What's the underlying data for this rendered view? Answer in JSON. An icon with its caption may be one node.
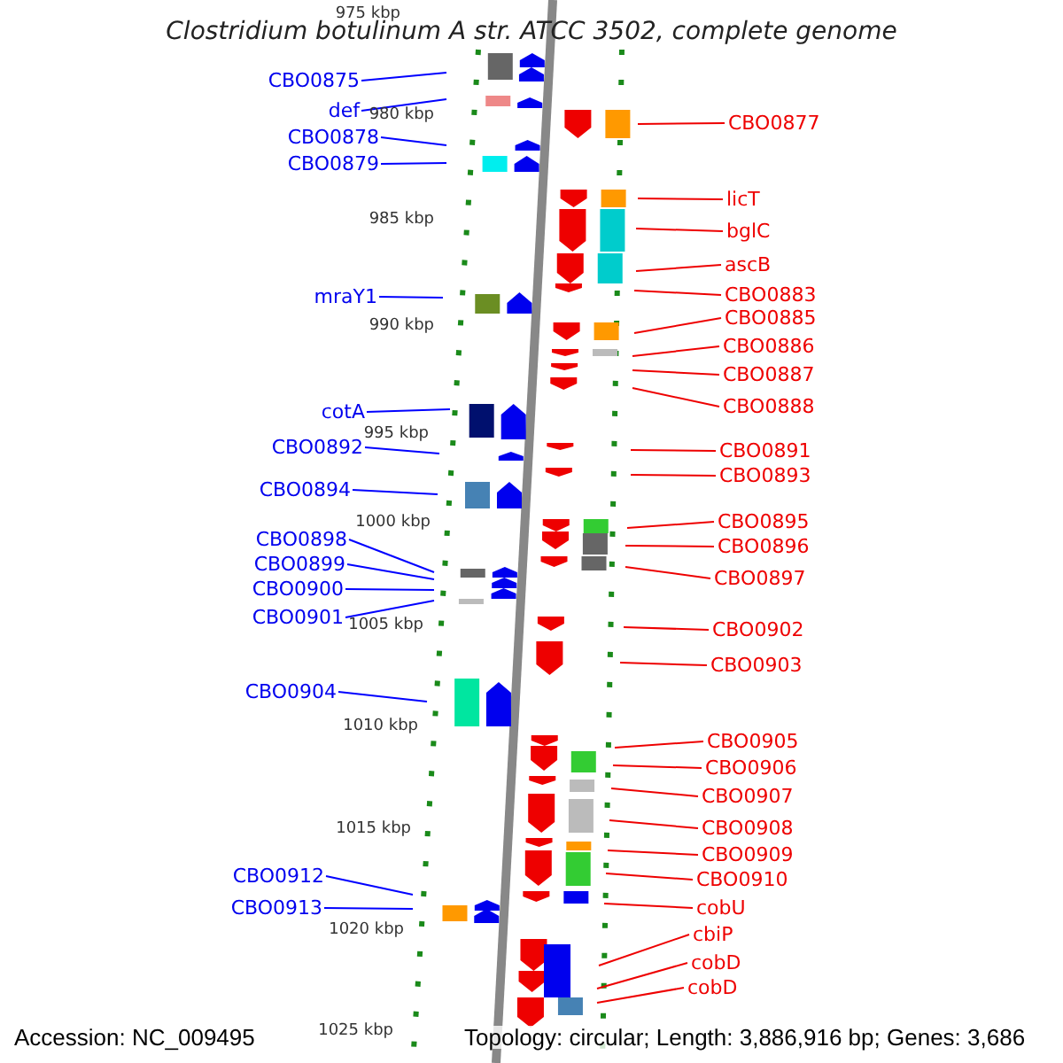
{
  "diagram": {
    "title": "Clostridium botulinum A str. ATCC 3502, complete genome",
    "nodes": [
      {
        "text": [
          "CBO0875"
        ]
      },
      {
        "text": [
          "def"
        ]
      },
      {
        "text": [
          "CBO0878"
        ]
      },
      {
        "text": [
          "CBO0879"
        ]
      },
      {
        "text": [
          "mraY1"
        ]
      },
      {
        "text": [
          "cotA"
        ]
      },
      {
        "text": [
          "CBO0892"
        ]
      },
      {
        "text": [
          "CBO0894"
        ]
      },
      {
        "text": [
          "CBO0898"
        ]
      },
      {
        "text": [
          "CBO0899"
        ]
      },
      {
        "text": [
          "CBO0900"
        ]
      },
      {
        "text": [
          "CBO0901"
        ]
      },
      {
        "text": [
          "CBO0904"
        ]
      },
      {
        "text": [
          "CBO0912"
        ]
      },
      {
        "text": [
          "CBO0913"
        ]
      },
      {
        "text": [
          "CBO0877"
        ]
      },
      {
        "text": [
          "licT"
        ]
      },
      {
        "text": [
          "bglC"
        ]
      },
      {
        "text": [
          "ascB"
        ]
      },
      {
        "text": [
          "CBO0883"
        ]
      },
      {
        "text": [
          "CBO0885"
        ]
      },
      {
        "text": [
          "CBO0886"
        ]
      },
      {
        "text": [
          "CBO0887"
        ]
      },
      {
        "text": [
          "CBO0888"
        ]
      },
      {
        "text": [
          "CBO0891"
        ]
      },
      {
        "text": [
          "CBO0893"
        ]
      },
      {
        "text": [
          "CBO0895"
        ]
      },
      {
        "text": [
          "CBO0896"
        ]
      },
      {
        "text": [
          "CBO0897"
        ]
      },
      {
        "text": [
          "CBO0902"
        ]
      },
      {
        "text": [
          "CBO0903"
        ]
      },
      {
        "text": [
          "CBO0905"
        ]
      },
      {
        "text": [
          "CBO0906"
        ]
      },
      {
        "text": [
          "CBO0907"
        ]
      },
      {
        "text": [
          "CBO0908"
        ]
      },
      {
        "text": [
          "CBO0909"
        ]
      },
      {
        "text": [
          "CBO0910"
        ]
      },
      {
        "text": [
          "cobU"
        ]
      },
      {
        "text": [
          "cbiP"
        ]
      },
      {
        "text": [
          "cobD"
        ]
      },
      {
        "text": [
          "cobD"
        ]
      }
    ],
    "edges": [
      {
        "from": 0,
        "to": null,
        "arrow": "none",
        "color": "#0000ff"
      },
      {
        "from": 1,
        "to": null,
        "arrow": "none",
        "color": "#0000ff"
      },
      {
        "from": 2,
        "to": null,
        "arrow": "none",
        "color": "#0000ff"
      },
      {
        "from": 3,
        "to": null,
        "arrow": "none",
        "color": "#0000ff"
      },
      {
        "from": 4,
        "to": null,
        "arrow": "none",
        "color": "#0000ff"
      },
      {
        "from": 5,
        "to": null,
        "arrow": "none",
        "color": "#0000ff"
      },
      {
        "from": 6,
        "to": null,
        "arrow": "none",
        "color": "#0000ff"
      },
      {
        "from": 7,
        "to": null,
        "arrow": "none",
        "color": "#0000ff"
      },
      {
        "from": 8,
        "to": null,
        "arrow": "none",
        "color": "#0000ff"
      },
      {
        "from": 9,
        "to": null,
        "arrow": "none",
        "color": "#0000ff"
      },
      {
        "from": 10,
        "to": null,
        "arrow": "none",
        "color": "#0000ff"
      },
      {
        "from": 11,
        "to": null,
        "arrow": "none",
        "color": "#0000ff"
      },
      {
        "from": 12,
        "to": null,
        "arrow": "none",
        "color": "#0000ff"
      },
      {
        "from": 13,
        "to": null,
        "arrow": "none",
        "color": "#0000ff"
      },
      {
        "from": 14,
        "to": null,
        "arrow": "none",
        "color": "#0000ff"
      },
      {
        "from": 15,
        "to": null,
        "arrow": "none"
      },
      {
        "from": 16,
        "to": null,
        "arrow": "none"
      },
      {
        "from": 17,
        "to": null,
        "arrow": "none"
      },
      {
        "from": 18,
        "to": null,
        "arrow": "none"
      },
      {
        "from": 19,
        "to": null,
        "arrow": "none"
      },
      {
        "from": 20,
        "to": null,
        "arrow": "none"
      },
      {
        "from": 21,
        "to": null,
        "arrow": "none"
      },
      {
        "from": 22,
        "to": null,
        "arrow": "none"
      },
      {
        "from": 23,
        "to": null,
        "arrow": "none"
      },
      {
        "from": 24,
        "to": null,
        "arrow": "none"
      },
      {
        "from": 25,
        "to": null,
        "arrow": "none"
      },
      {
        "from": 26,
        "to": null,
        "arrow": "none"
      },
      {
        "from": 27,
        "to": null,
        "arrow": "none"
      },
      {
        "from": 28,
        "to": null,
        "arrow": "none"
      },
      {
        "from": 29,
        "to": null,
        "arrow": "none"
      },
      {
        "from": 30,
        "to": null,
        "arrow": "none"
      },
      {
        "from": 31,
        "to": null,
        "arrow": "none"
      },
      {
        "from": 32,
        "to": null,
        "arrow": "none"
      },
      {
        "from": 33,
        "to": null,
        "arrow": "none"
      },
      {
        "from": 34,
        "to": null,
        "arrow": "none"
      },
      {
        "from": 35,
        "to": null,
        "arrow": "none"
      },
      {
        "from": 36,
        "to": null,
        "arrow": "none"
      },
      {
        "from": 37,
        "to": null,
        "arrow": "none"
      },
      {
        "from": 38,
        "to": null,
        "arrow": "none"
      },
      {
        "from": 39,
        "to": null,
        "arrow": "none"
      },
      {
        "from": 40,
        "to": null,
        "arrow": "none"
      }
    ],
    "labels": [
      "975 kbp",
      "980 kbp",
      "985 kbp",
      "990 kbp",
      "995 kbp",
      "1000 kbp",
      "1005 kbp",
      "1010 kbp",
      "1015 kbp",
      "1020 kbp",
      "1025 kbp",
      "Accession: NC_009495",
      "Topology: circular; Length: 3,886,916 bp; Genes: 3,686"
    ]
  }
}
